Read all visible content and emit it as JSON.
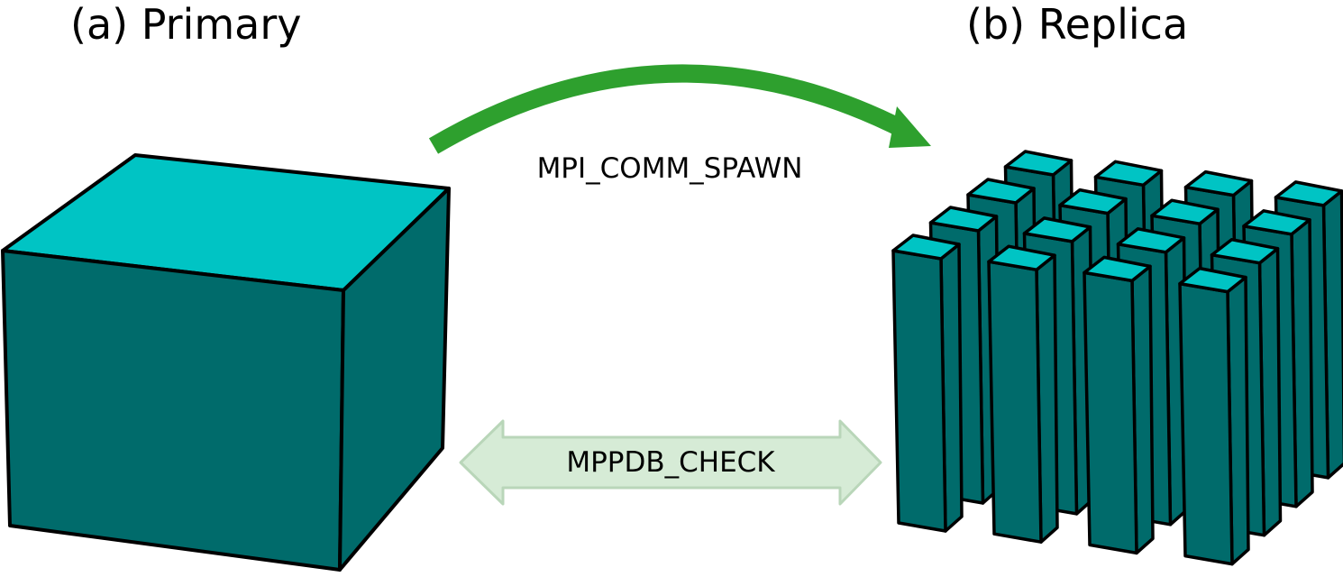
{
  "titles": {
    "primary": "(a) Primary",
    "replica": "(b) Replica"
  },
  "arrows": {
    "spawn": {
      "label": "MPI_COMM_SPAWN",
      "direction": "primary-to-replica",
      "color": "#2ea02e"
    },
    "check": {
      "label": "MPPDB_CHECK",
      "direction": "bidirectional",
      "fill": "#d6ebd6",
      "stroke": "#b9d6b9"
    }
  },
  "colors": {
    "top_face": "#00c4c4",
    "side_face": "#006b6b",
    "outline": "#000000"
  },
  "primary": {
    "shape": "single-cube"
  },
  "replica": {
    "shape": "pillar-grid",
    "rows": 4,
    "columns": 4
  }
}
